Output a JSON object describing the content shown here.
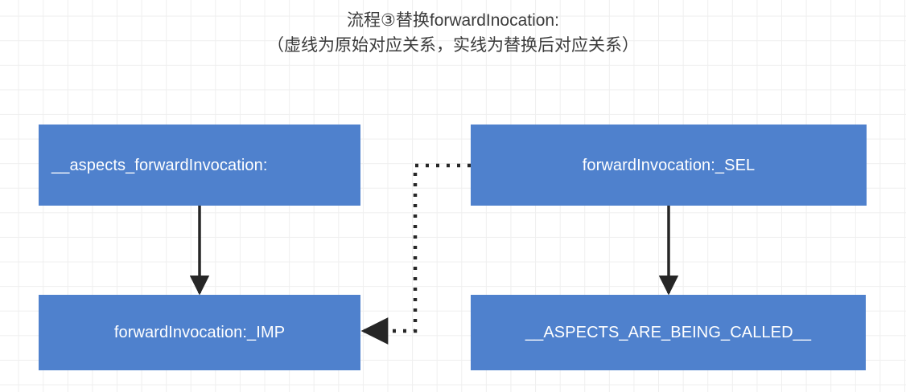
{
  "diagram": {
    "title": {
      "line1": "流程③替换forwardInocation:",
      "line2": "（虚线为原始对应关系，实线为替换后对应关系）"
    },
    "palette": {
      "node_fill": "#4f81cd",
      "node_text": "#ffffff",
      "edge": "#262626",
      "grid_line": "#efefef",
      "background": "#ffffff",
      "title_text": "#3c3c3c"
    },
    "nodes": [
      {
        "id": "aspects-forward-invocation",
        "label": "__aspects_forwardInvocation:",
        "align": "left"
      },
      {
        "id": "forward-invocation-sel",
        "label": "forwardInvocation:_SEL",
        "align": "center"
      },
      {
        "id": "forward-invocation-imp",
        "label": "forwardInvocation:_IMP",
        "align": "center"
      },
      {
        "id": "aspects-are-being-called",
        "label": "__ASPECTS_ARE_BEING_CALLED__",
        "align": "center"
      }
    ],
    "edges": [
      {
        "id": "edge-aspects-to-imp",
        "style": "solid",
        "from": "aspects-forward-invocation",
        "to": "forward-invocation-imp",
        "meaning": "replaced-mapping"
      },
      {
        "id": "edge-sel-to-called",
        "style": "solid",
        "from": "forward-invocation-sel",
        "to": "aspects-are-being-called",
        "meaning": "replaced-mapping"
      },
      {
        "id": "edge-sel-to-imp",
        "style": "dotted",
        "from": "forward-invocation-sel",
        "to": "forward-invocation-imp",
        "meaning": "original-mapping"
      }
    ]
  }
}
